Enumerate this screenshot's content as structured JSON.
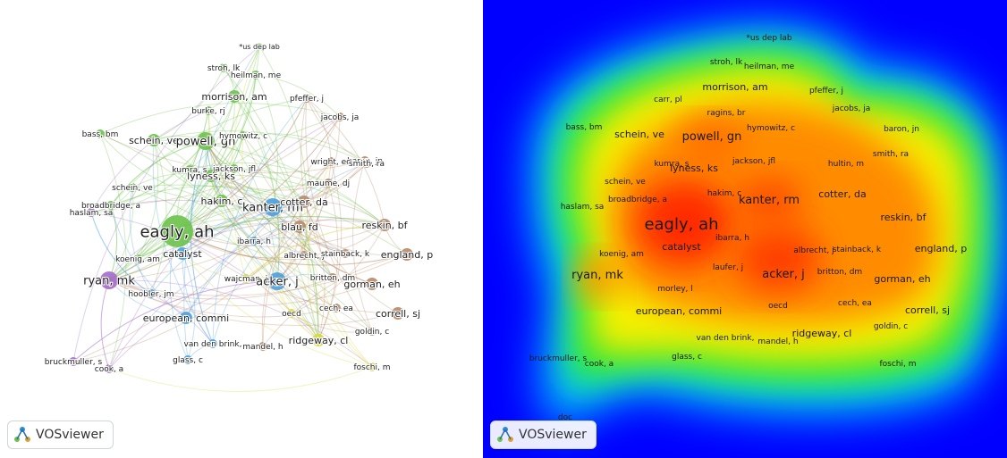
{
  "badge_label": "VOSviewer",
  "colors": {
    "green": "#6cc24a",
    "blue": "#4a9fe0",
    "purple": "#a56cc8",
    "brown": "#b98a66",
    "yellow": "#d8d93a"
  },
  "network_nodes": [
    {
      "label": "*us dep lab",
      "cluster": "green",
      "size": 1
    },
    {
      "label": "stroh, lk",
      "cluster": "green",
      "size": 2
    },
    {
      "label": "heilman, me",
      "cluster": "green",
      "size": 2
    },
    {
      "label": "morrison, am",
      "cluster": "green",
      "size": 3
    },
    {
      "label": "pfeffer, j",
      "cluster": "brown",
      "size": 2
    },
    {
      "label": "burke, rj",
      "cluster": "green",
      "size": 2
    },
    {
      "label": "jacobs, ja",
      "cluster": "brown",
      "size": 2
    },
    {
      "label": "bass, bm",
      "cluster": "green",
      "size": 2
    },
    {
      "label": "schein, ve",
      "cluster": "green",
      "size": 3
    },
    {
      "label": "powell, gn",
      "cluster": "green",
      "size": 4
    },
    {
      "label": "hymowitz, c",
      "cluster": "green",
      "size": 2
    },
    {
      "label": "baron, jn",
      "cluster": "brown",
      "size": 2
    },
    {
      "label": "wright, eo",
      "cluster": "brown",
      "size": 2
    },
    {
      "label": "smith, ra",
      "cluster": "brown",
      "size": 2
    },
    {
      "label": "kumra, s",
      "cluster": "green",
      "size": 2
    },
    {
      "label": "jackson, jfl",
      "cluster": "green",
      "size": 2
    },
    {
      "label": "lyness, ks",
      "cluster": "green",
      "size": 3
    },
    {
      "label": "maume, dj",
      "cluster": "brown",
      "size": 2
    },
    {
      "label": "schein, ve",
      "cluster": "green",
      "size": 2
    },
    {
      "label": "hakim, c",
      "cluster": "green",
      "size": 3
    },
    {
      "label": "kanter, rm",
      "cluster": "blue",
      "size": 4
    },
    {
      "label": "cotter, da",
      "cluster": "brown",
      "size": 3
    },
    {
      "label": "broadbridge, a",
      "cluster": "green",
      "size": 2
    },
    {
      "label": "haslam, sa",
      "cluster": "purple",
      "size": 2
    },
    {
      "label": "eagly, ah",
      "cluster": "green",
      "size": 6
    },
    {
      "label": "blau, fd",
      "cluster": "brown",
      "size": 3
    },
    {
      "label": "reskin, bf",
      "cluster": "brown",
      "size": 3
    },
    {
      "label": "ibarra, h",
      "cluster": "blue",
      "size": 2
    },
    {
      "label": "koenig, am",
      "cluster": "green",
      "size": 2
    },
    {
      "label": "catalyst",
      "cluster": "blue",
      "size": 3
    },
    {
      "label": "albrecht, j",
      "cluster": "brown",
      "size": 2
    },
    {
      "label": "stainback, k",
      "cluster": "brown",
      "size": 2
    },
    {
      "label": "england, p",
      "cluster": "brown",
      "size": 3
    },
    {
      "label": "ryan, mk",
      "cluster": "purple",
      "size": 4
    },
    {
      "label": "wajcman, j",
      "cluster": "yellow",
      "size": 2
    },
    {
      "label": "acker, j",
      "cluster": "blue",
      "size": 4
    },
    {
      "label": "britton, dm",
      "cluster": "brown",
      "size": 2
    },
    {
      "label": "gorman, eh",
      "cluster": "brown",
      "size": 3
    },
    {
      "label": "hoobler, jm",
      "cluster": "blue",
      "size": 2
    },
    {
      "label": "european, commi",
      "cluster": "blue",
      "size": 3
    },
    {
      "label": "oecd",
      "cluster": "yellow",
      "size": 2
    },
    {
      "label": "cech, ea",
      "cluster": "brown",
      "size": 2
    },
    {
      "label": "correll, sj",
      "cluster": "brown",
      "size": 3
    },
    {
      "label": "goldin, c",
      "cluster": "brown",
      "size": 2
    },
    {
      "label": "van den brink,",
      "cluster": "blue",
      "size": 2
    },
    {
      "label": "ridgeway, cl",
      "cluster": "yellow",
      "size": 3
    },
    {
      "label": "mandel, h",
      "cluster": "brown",
      "size": 2
    },
    {
      "label": "glass, c",
      "cluster": "blue",
      "size": 2
    },
    {
      "label": "bruckmuller, s",
      "cluster": "purple",
      "size": 2
    },
    {
      "label": "cook, a",
      "cluster": "purple",
      "size": 2
    },
    {
      "label": "foschi, m",
      "cluster": "yellow",
      "size": 2
    }
  ],
  "density_labels": [
    {
      "label": "*us dep lab",
      "size": 1
    },
    {
      "label": "stroh, lk",
      "size": 1
    },
    {
      "label": "heilman, me",
      "size": 1
    },
    {
      "label": "morrison, am",
      "size": 2
    },
    {
      "label": "pfeffer, j",
      "size": 1
    },
    {
      "label": "carr, pl",
      "size": 1
    },
    {
      "label": "ragins, br",
      "size": 1
    },
    {
      "label": "jacobs, ja",
      "size": 1
    },
    {
      "label": "bass, bm",
      "size": 1
    },
    {
      "label": "schein, ve",
      "size": 2
    },
    {
      "label": "powell, gn",
      "size": 3
    },
    {
      "label": "hymowitz, c",
      "size": 1
    },
    {
      "label": "baron, jn",
      "size": 1
    },
    {
      "label": "smith, ra",
      "size": 1
    },
    {
      "label": "kumra, s",
      "size": 1
    },
    {
      "label": "jackson, jfl",
      "size": 1
    },
    {
      "label": "lyness, ks",
      "size": 2
    },
    {
      "label": "hultin, m",
      "size": 1
    },
    {
      "label": "schein, ve",
      "size": 1
    },
    {
      "label": "hakim, c",
      "size": 1
    },
    {
      "label": "kanter, rm",
      "size": 3
    },
    {
      "label": "cotter, da",
      "size": 2
    },
    {
      "label": "broadbridge, a",
      "size": 1
    },
    {
      "label": "haslam, sa",
      "size": 1
    },
    {
      "label": "eagly, ah",
      "size": 5
    },
    {
      "label": "reskin, bf",
      "size": 2
    },
    {
      "label": "ibarra, h",
      "size": 1
    },
    {
      "label": "catalyst",
      "size": 2
    },
    {
      "label": "koenig, am",
      "size": 1
    },
    {
      "label": "albrecht, j",
      "size": 1
    },
    {
      "label": "stainback, k",
      "size": 1
    },
    {
      "label": "england, p",
      "size": 2
    },
    {
      "label": "ryan, mk",
      "size": 3
    },
    {
      "label": "laufer, j",
      "size": 1
    },
    {
      "label": "acker, j",
      "size": 3
    },
    {
      "label": "britton, dm",
      "size": 1
    },
    {
      "label": "gorman, eh",
      "size": 2
    },
    {
      "label": "morley, l",
      "size": 1
    },
    {
      "label": "european, commi",
      "size": 2
    },
    {
      "label": "oecd",
      "size": 1
    },
    {
      "label": "cech, ea",
      "size": 1
    },
    {
      "label": "correll, sj",
      "size": 2
    },
    {
      "label": "goldin, c",
      "size": 1
    },
    {
      "label": "van den brink,",
      "size": 1
    },
    {
      "label": "ridgeway, cl",
      "size": 2
    },
    {
      "label": "mandel, h",
      "size": 1
    },
    {
      "label": "glass, c",
      "size": 1
    },
    {
      "label": "bruckmuller, s",
      "size": 1
    },
    {
      "label": "cook, a",
      "size": 1
    },
    {
      "label": "foschi, m",
      "size": 1
    },
    {
      "label": "doc",
      "size": 1
    }
  ]
}
